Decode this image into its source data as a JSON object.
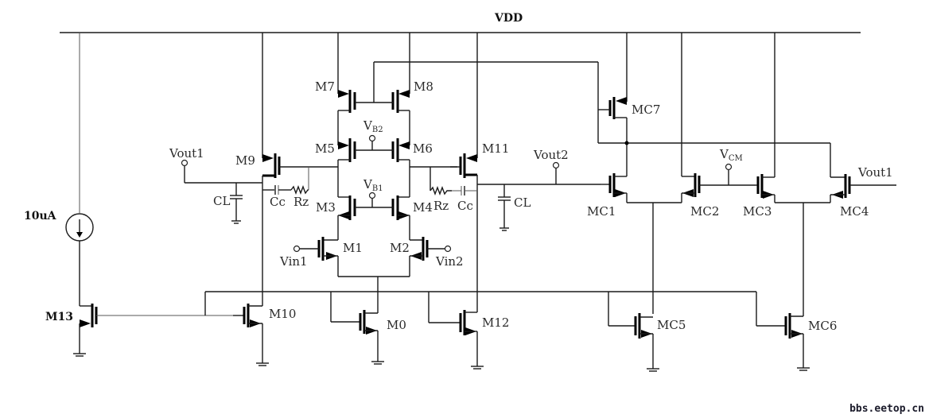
{
  "title": "Fully differential two-stage op-amp with CMFB",
  "supply": {
    "vdd": "VDD"
  },
  "current_source": {
    "label": "10uA"
  },
  "bias_labels": {
    "vb1": "V",
    "vb1_sub": "B1",
    "vb2": "V",
    "vb2_sub": "B2",
    "vcm": "V",
    "vcm_sub": "CM"
  },
  "ports": {
    "vin1": "Vin1",
    "vin2": "Vin2",
    "vout1_left": "Vout1",
    "vout2": "Vout2",
    "vout1_right": "Vout1"
  },
  "transistors": {
    "m0": "M0",
    "m1": "M1",
    "m2": "M2",
    "m3": "M3",
    "m4": "M4",
    "m5": "M5",
    "m6": "M6",
    "m7": "M7",
    "m8": "M8",
    "m9": "M9",
    "m10": "M10",
    "m11": "M11",
    "m12": "M12",
    "m13": "M13",
    "mc1": "MC1",
    "mc2": "MC2",
    "mc3": "MC3",
    "mc4": "MC4",
    "mc5": "MC5",
    "mc6": "MC6",
    "mc7": "MC7"
  },
  "passives": {
    "cc_left": "Cc",
    "rz_left": "Rz",
    "cl_left": "CL",
    "cc_right": "Cc",
    "rz_right": "Rz",
    "cl_right": "CL"
  },
  "watermark": "bbs.eetop.cn"
}
